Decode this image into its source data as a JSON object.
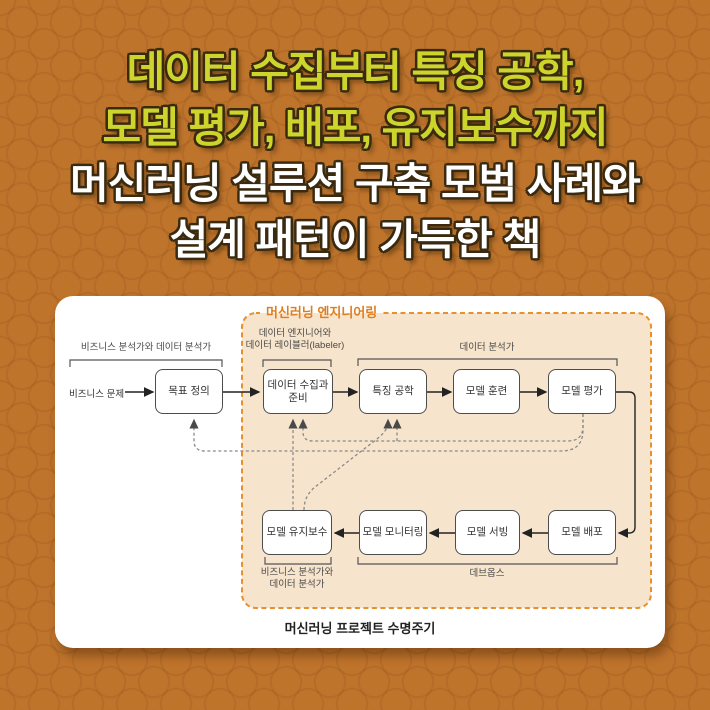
{
  "colors": {
    "page-bg": "#bf742c",
    "title-yellow": "#cdd52d",
    "title-white": "#ffffff",
    "title-outline": "#3a2a10",
    "card-bg": "#ffffff",
    "ml-region-fill": "#f7e4cc",
    "ml-region-border": "#e8912c",
    "ml-region-label": "#e07d1d",
    "box-border": "#4d4d4d",
    "box-text": "#333333",
    "solid-line": "#222222",
    "dashed-line": "#8a8a8a",
    "bracket": "#555555"
  },
  "title": {
    "lines": [
      "데이터 수집부터 특징 공학,",
      "모델 평가, 배포, 유지보수까지",
      "머신러닝 설루션 구축 모범 사례와",
      "설계 패턴이 가득한 책"
    ]
  },
  "diagram": {
    "region_label": "머신러닝 엔지니어링",
    "caption": "머신러닝 프로젝트 수명주기",
    "input_label": "비즈니스 문제",
    "boxes": {
      "goal_definition": "목표 정의",
      "data_collection": "데이터 수집과 준비",
      "feature_engineering": "특징 공학",
      "model_training": "모델 훈련",
      "model_evaluation": "모델 평가",
      "model_maintenance": "모델 유지보수",
      "model_monitoring": "모델 모니터링",
      "model_serving": "모델 서빙",
      "model_deployment": "모델 배포"
    },
    "roles": {
      "top_left": "비즈니스 분석가와 데이터 분석가",
      "data_engineer_1": "데이터 엔지니어와",
      "data_engineer_2": "데이터 레이블러(labeler)",
      "data_analyst": "데이터 분석가",
      "devops": "데브옵스",
      "bottom_left_1": "비즈니스 분석가와",
      "bottom_left_2": "데이터 분석가"
    }
  }
}
